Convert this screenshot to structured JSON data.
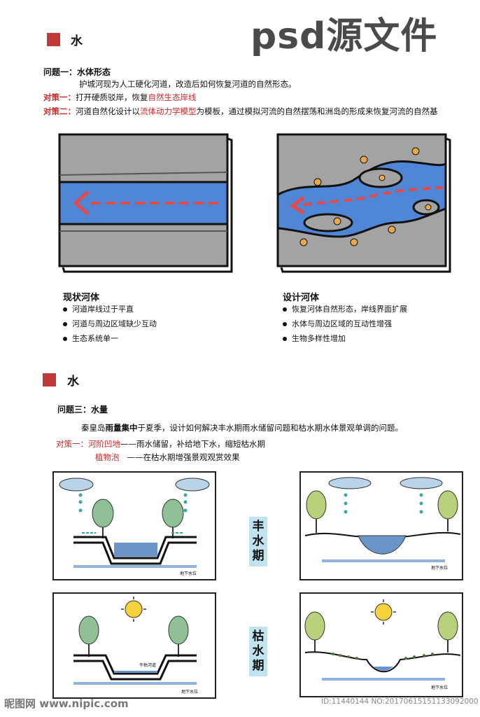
{
  "header": {
    "section_title": "水",
    "watermark": "psd源文件"
  },
  "part1": {
    "question": "问题一：水体形态",
    "intro": "护城河现为人工硬化河道，改造后如何恢复河道的自然形态。",
    "strategy1_label": "对策一：",
    "strategy1_text": "打开硬质驳岸，恢复",
    "strategy1_highlight": "自然生态岸线",
    "strategy2_label": "对策二：",
    "strategy2_text_a": "河道自然化设计以",
    "strategy2_highlight": "流体动力学模型",
    "strategy2_text_b": "为模板，通过模拟河流的自然摆荡和洲岛的形成来恢复河流的自然基"
  },
  "current_river": {
    "title": "现状河体",
    "bullets": [
      "河道岸线过于平直",
      "河道与周边区域缺少互动",
      "生态系统单一"
    ]
  },
  "design_river": {
    "title": "设计河体",
    "bullets": [
      "恢复河体自然形态，岸线界面扩展",
      "水体与周边区域的互动性增强",
      "生物多样性增加"
    ]
  },
  "part2": {
    "section_title": "水",
    "question": "问题三：水量",
    "intro_a": "秦皇岛",
    "intro_bold": "雨量集中",
    "intro_b": "于夏季，设计如何解决丰水期雨水储留问题和枯水期水体景观单调的问题。",
    "strategy_label": "对策一：",
    "strategy_item1_red": "河阶凹地",
    "strategy_item1_text": "——雨水储留，补给地下水，缩短枯水期",
    "strategy_item2_red": "植物泡",
    "strategy_item2_text": "——在枯水期增强景观观赏效果"
  },
  "diagrams": {
    "wet_season": "丰水期",
    "dry_season": "枯水期",
    "groundwater": "地下水位",
    "dry_channel": "干枯河道"
  },
  "footer": {
    "site": "昵图网 www.nipic.com",
    "id": "ID:11440144 NO:20170615151133092000"
  },
  "colors": {
    "accent_red": "#c0393b",
    "river_blue": "#4f86d6",
    "ground_grey": "#a3a3a3",
    "season_tag_bg": "#bfe3ef"
  }
}
